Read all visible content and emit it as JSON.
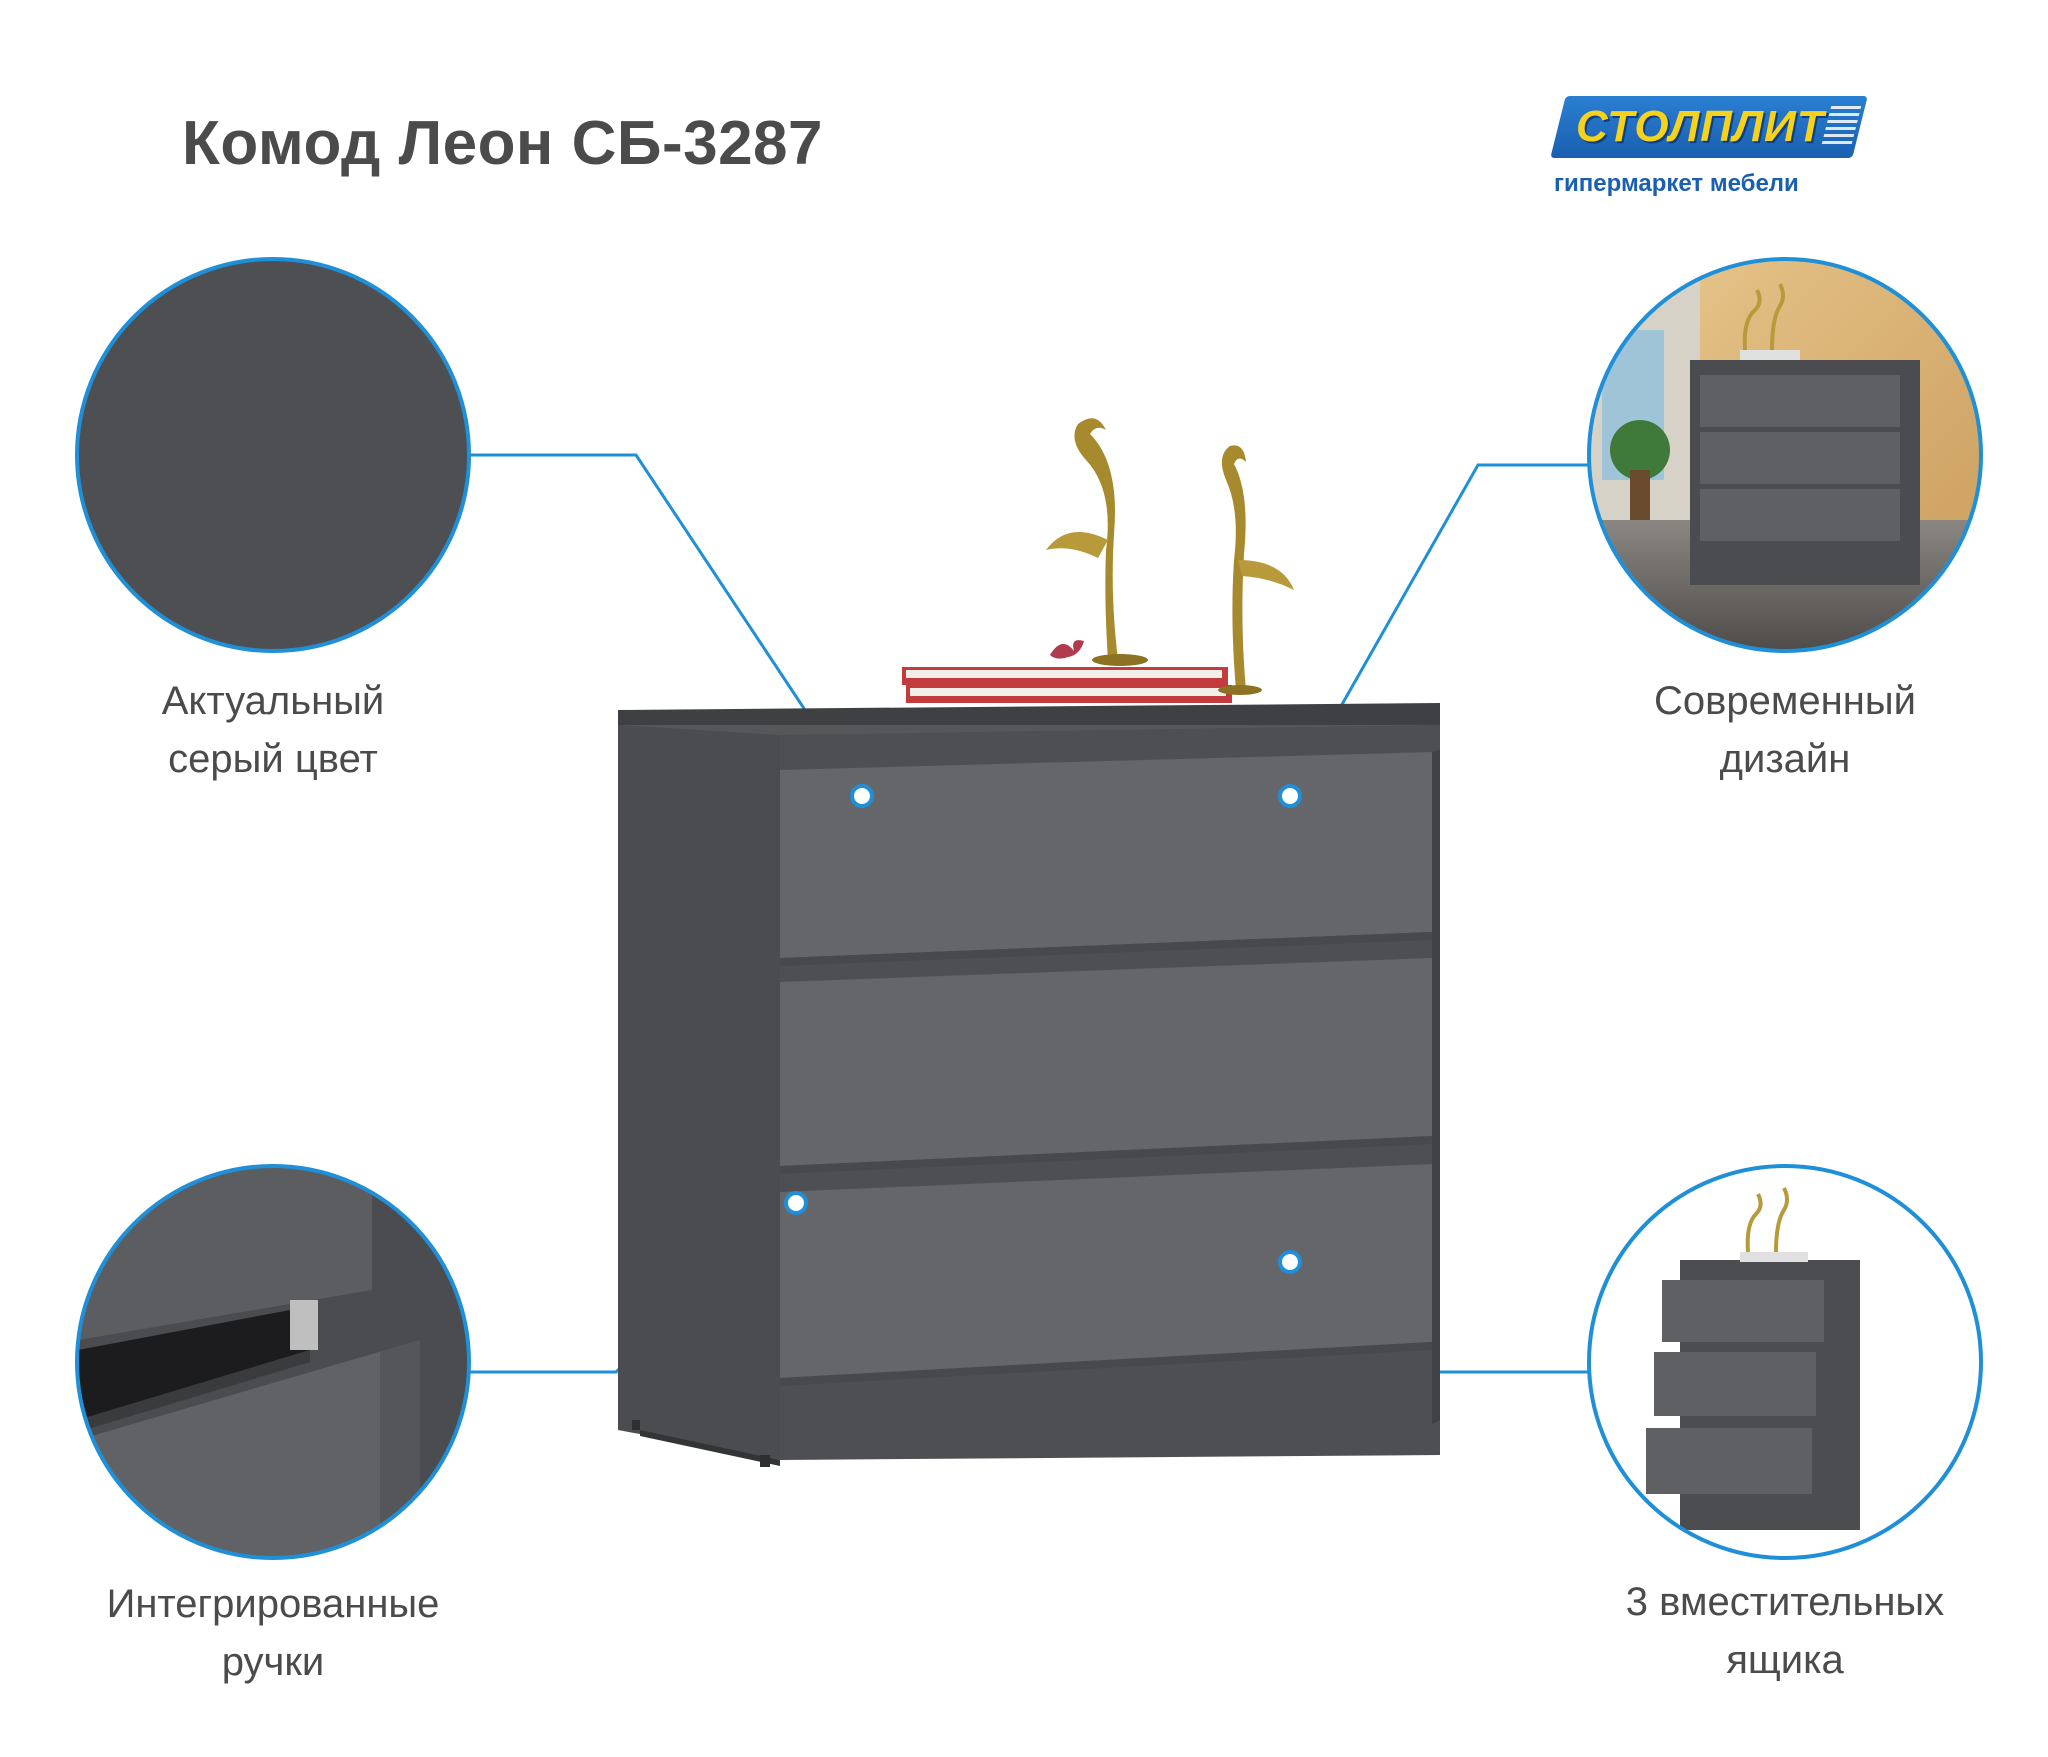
{
  "title": "Комод Леон СБ-3287",
  "logo": {
    "brand": "СТОЛПЛИТ",
    "tagline": "гипермаркет мебели"
  },
  "features": [
    {
      "line1": "Актуальный",
      "line2": "серый цвет"
    },
    {
      "line1": "Современный",
      "line2": "дизайн"
    },
    {
      "line1": "Интегрированные",
      "line2": "ручки"
    },
    {
      "line1": "3 вместительных",
      "line2": "ящика"
    }
  ],
  "colors": {
    "accent_line": "#1f8fd8",
    "text": "#4b4b4b",
    "dresser_body": "#4d4f52",
    "drawer_front": "#64666a",
    "brand_blue": "#1a5fb0",
    "brand_yellow": "#f6d21c"
  }
}
